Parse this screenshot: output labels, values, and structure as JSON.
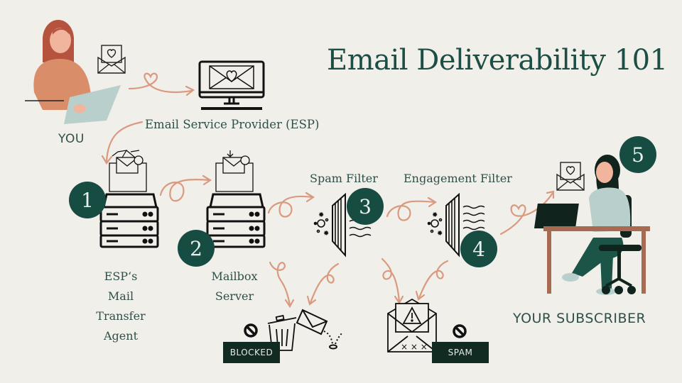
{
  "title": "Email Deliverability 101",
  "nodes": {
    "you": {
      "label": "YOU"
    },
    "esp": {
      "label": "Email Service Provider (ESP)"
    },
    "mta": {
      "badge": "1",
      "label_lines": [
        "ESP‘s",
        "Mail",
        "Transfer",
        "Agent"
      ]
    },
    "mailbox": {
      "badge": "2",
      "label_lines": [
        "Mailbox",
        "Server"
      ]
    },
    "spam_filter": {
      "badge": "3",
      "label": "Spam Filter"
    },
    "engagement_filter": {
      "badge": "4",
      "label": "Engagement Filter"
    },
    "subscriber": {
      "badge": "5",
      "label": "YOUR SUBSCRIBER"
    }
  },
  "outcomes": {
    "blocked": {
      "label": "BLOCKED"
    },
    "spam": {
      "label": "SPAM"
    }
  },
  "colors": {
    "background": "#f1efea",
    "teal": "#174c43",
    "arrow": "#d99a80",
    "text": "#2f4f48",
    "dark": "#112a22"
  }
}
